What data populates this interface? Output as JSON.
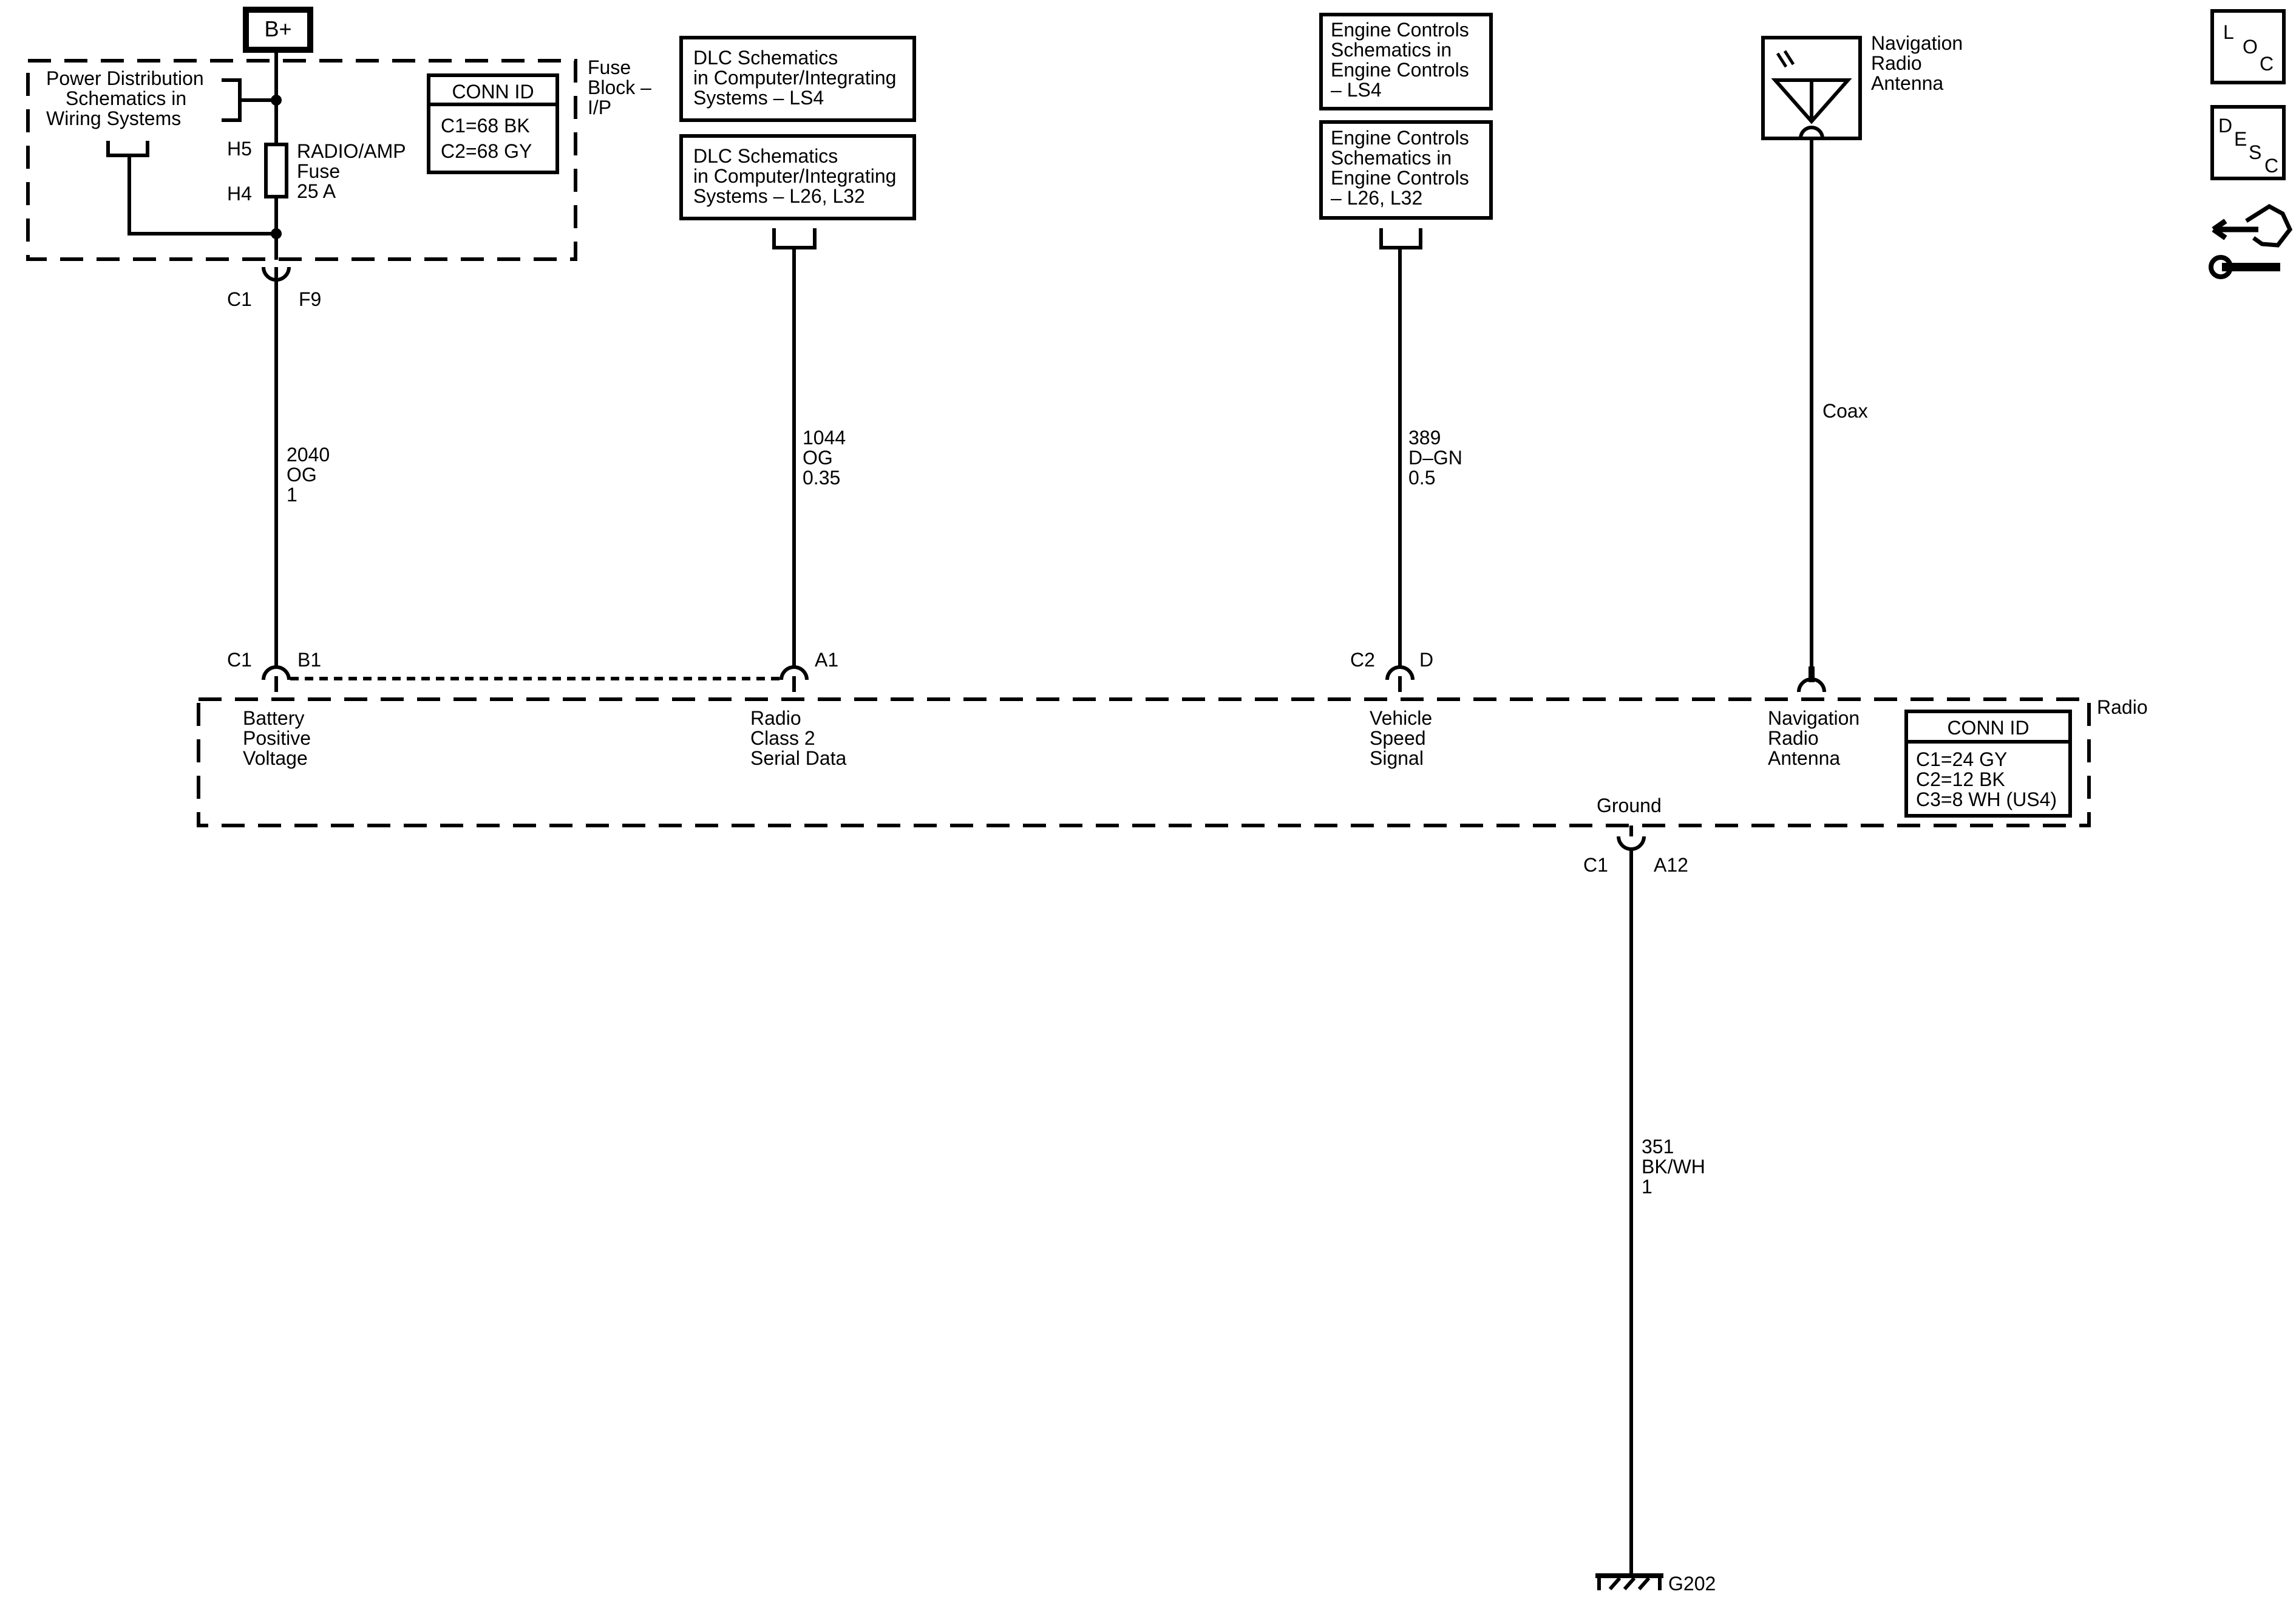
{
  "battery": {
    "label": "B+"
  },
  "fuse_block": {
    "name_lines": [
      "Fuse",
      "Block –",
      "I/P"
    ],
    "power_dist_lines": [
      "Power Distribution",
      "Schematics in",
      "Wiring Systems"
    ],
    "fuse_pin_top": "H5",
    "fuse_pin_bottom": "H4",
    "fuse_label_lines": [
      "RADIO/AMP",
      "Fuse",
      "25 A"
    ],
    "conn_id": {
      "title": "CONN ID",
      "lines": [
        "C1=68 BK",
        "C2=68 GY"
      ]
    },
    "out_conn": "C1",
    "out_pin": "F9"
  },
  "refs": {
    "dlc_ls4": [
      "DLC Schematics",
      "in Computer/Integrating",
      "Systems – LS4"
    ],
    "dlc_l26": [
      "DLC Schematics",
      "in Computer/Integrating",
      "Systems – L26, L32"
    ],
    "eng_ls4": [
      "Engine Controls",
      "Schematics in",
      "Engine Controls",
      "– LS4"
    ],
    "eng_l26": [
      "Engine Controls",
      "Schematics in",
      "Engine Controls",
      "– L26, L32"
    ]
  },
  "nav_antenna": {
    "label_lines": [
      "Navigation",
      "Radio",
      "Antenna"
    ],
    "coax": "Coax"
  },
  "wires": {
    "w2040": [
      "2040",
      "OG",
      "1"
    ],
    "w1044": [
      "1044",
      "OG",
      "0.35"
    ],
    "w389": [
      "389",
      "D–GN",
      "0.5"
    ],
    "w351": [
      "351",
      "BK/WH",
      "1"
    ]
  },
  "radio": {
    "name": "Radio",
    "pins": {
      "batt": {
        "conn": "C1",
        "pin": "B1",
        "label": [
          "Battery",
          "Positive",
          "Voltage"
        ]
      },
      "serial": {
        "pin": "A1",
        "label": [
          "Radio",
          "Class 2",
          "Serial Data"
        ]
      },
      "vss": {
        "conn": "C2",
        "pin": "D",
        "label": [
          "Vehicle",
          "Speed",
          "Signal"
        ]
      },
      "nav": {
        "label": [
          "Navigation",
          "Radio",
          "Antenna"
        ]
      },
      "ground": {
        "label": "Ground",
        "conn": "C1",
        "pin": "A12"
      }
    },
    "conn_id": {
      "title": "CONN ID",
      "lines": [
        "C1=24 GY",
        "C2=12 BK",
        "C3=8 WH (US4)"
      ]
    }
  },
  "ground": {
    "label": "G202"
  },
  "side_icons": {
    "loc": [
      "L",
      "O",
      "C"
    ],
    "desc": [
      "D",
      "E",
      "S",
      "C"
    ]
  }
}
